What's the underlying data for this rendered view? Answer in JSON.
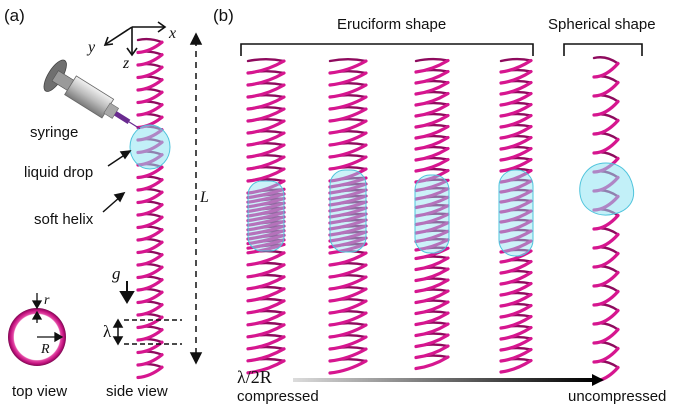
{
  "panel_a": {
    "label": "(a)",
    "syringe": "syringe",
    "liquid_drop": "liquid drop",
    "soft_helix": "soft helix",
    "top_view": "top view",
    "side_view": "side view",
    "axis_x": "x",
    "axis_y": "y",
    "axis_z": "z",
    "L": "L",
    "g": "g",
    "lambda": "λ",
    "r": "r",
    "R": "R"
  },
  "panel_b": {
    "label": "(b)",
    "eruciform": "Eruciform shape",
    "spherical": "Spherical shape",
    "ratio": "λ/2R",
    "compressed": "compressed",
    "uncompressed": "uncompressed"
  },
  "colors": {
    "helix": "#d6168f",
    "helix_dark": "#8e0a5d",
    "drop": "#8fe3f2",
    "drop_edge": "#4fc4dc"
  }
}
